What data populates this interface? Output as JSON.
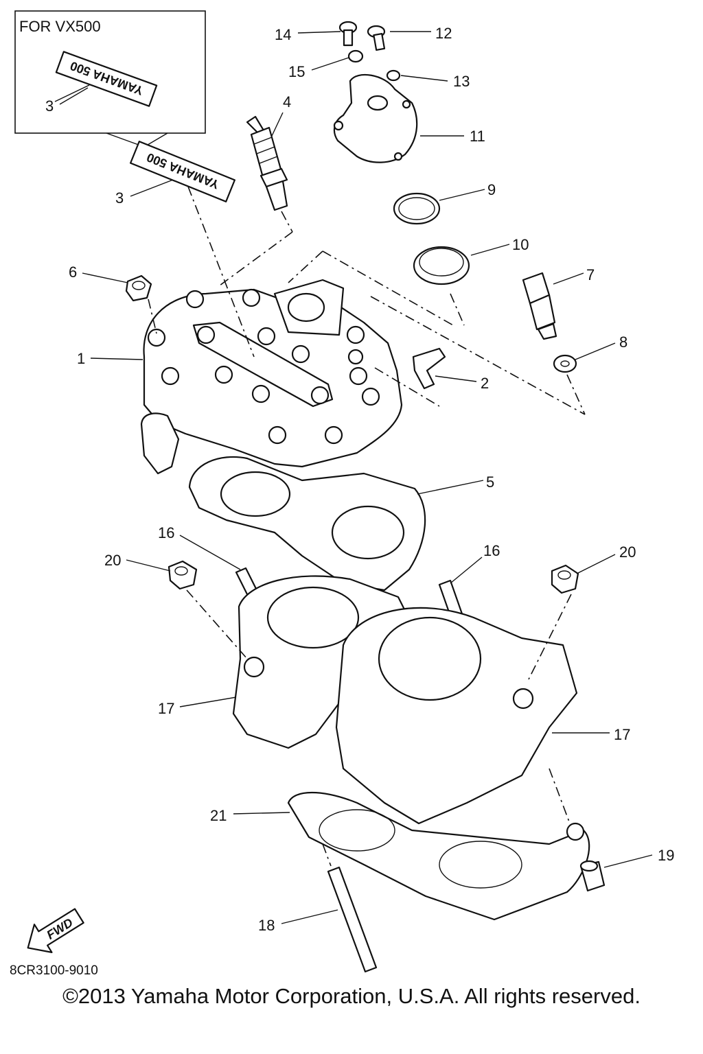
{
  "inset": {
    "title": "FOR VX500"
  },
  "fwd_label": "FWD",
  "decal_text": "YAMAHA 500",
  "diagram_code": "8CR3100-9010",
  "copyright": "©2013 Yamaha Motor Corporation, U.S.A. All rights reserved.",
  "callouts": {
    "c1": "1",
    "c2": "2",
    "c3a": "3",
    "c3b": "3",
    "c4": "4",
    "c5": "5",
    "c6": "6",
    "c7": "7",
    "c8": "8",
    "c9": "9",
    "c10": "10",
    "c11": "11",
    "c12": "12",
    "c13": "13",
    "c14": "14",
    "c15": "15",
    "c16a": "16",
    "c16b": "16",
    "c17a": "17",
    "c17b": "17",
    "c18": "18",
    "c19": "19",
    "c20a": "20",
    "c20b": "20",
    "c21": "21"
  }
}
